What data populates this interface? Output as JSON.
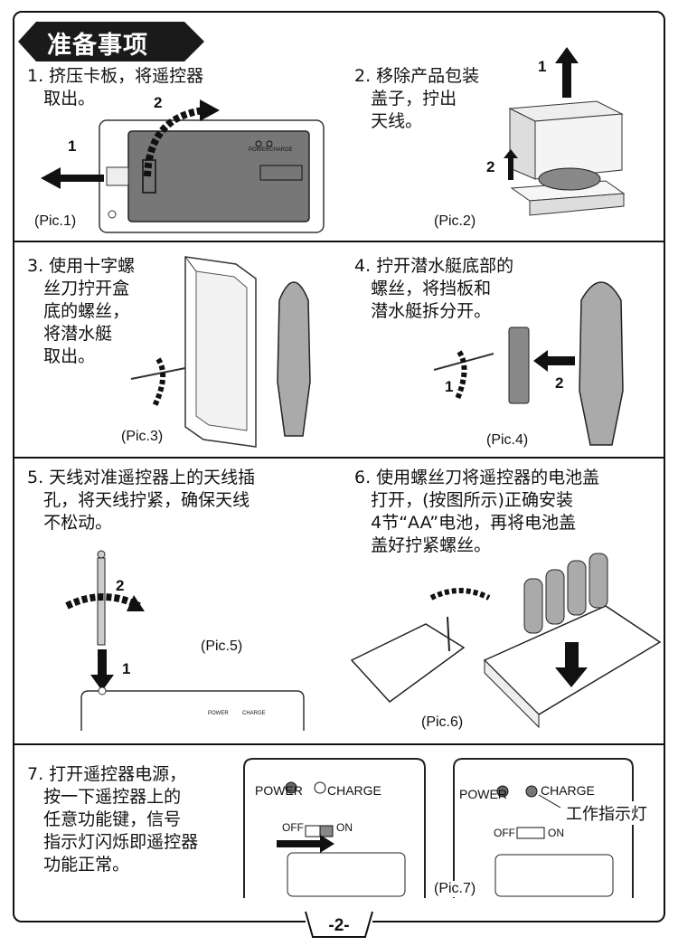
{
  "header": {
    "title": "准备事项"
  },
  "steps": [
    {
      "text": "1. 挤压卡板，将遥控器\n   取出。",
      "pic": "(Pic.1)"
    },
    {
      "text": "2. 移除产品包装\n   盖子，拧出\n   天线。",
      "pic": "(Pic.2)"
    },
    {
      "text": "3. 使用十字螺\n   丝刀拧开盒\n   底的螺丝，\n   将潜水艇\n   取出。",
      "pic": "(Pic.3)"
    },
    {
      "text": "4. 拧开潜水艇底部的\n   螺丝，将挡板和\n   潜水艇拆分开。",
      "pic": "(Pic.4)"
    },
    {
      "text": "5. 天线对准遥控器上的天线插\n   孔，将天线拧紧，确保天线\n   不松动。",
      "pic": "(Pic.5)"
    },
    {
      "text": "6. 使用螺丝刀将遥控器的电池盖\n   打开，(按图所示)正确安装\n   4节“AA”电池，再将电池盖\n   盖好拧紧螺丝。",
      "pic": "(Pic.6)"
    },
    {
      "text": "7. 打开遥控器电源，\n   按一下遥控器上的\n   任意功能键，信号\n   指示灯闪烁即遥控器\n   功能正常。",
      "pic": "(Pic.7)"
    }
  ],
  "diagram_labels": {
    "pic1_arrow_1": "1",
    "pic1_arrow_2": "2",
    "pic2_arrow_1": "1",
    "pic2_arrow_2": "2",
    "pic4_arrow_1": "1",
    "pic4_arrow_2": "2",
    "pic5_arrow_1": "1",
    "pic5_arrow_2": "2",
    "power": "POWER",
    "charge": "CHARGE",
    "power_small": "POWER",
    "charge_small": "CHARGE",
    "off": "OFF",
    "on": "ON",
    "off_small": "OFF",
    "on_small": "ON",
    "work_indicator": "工作指示灯"
  },
  "footer": {
    "page_number": "-2-"
  }
}
